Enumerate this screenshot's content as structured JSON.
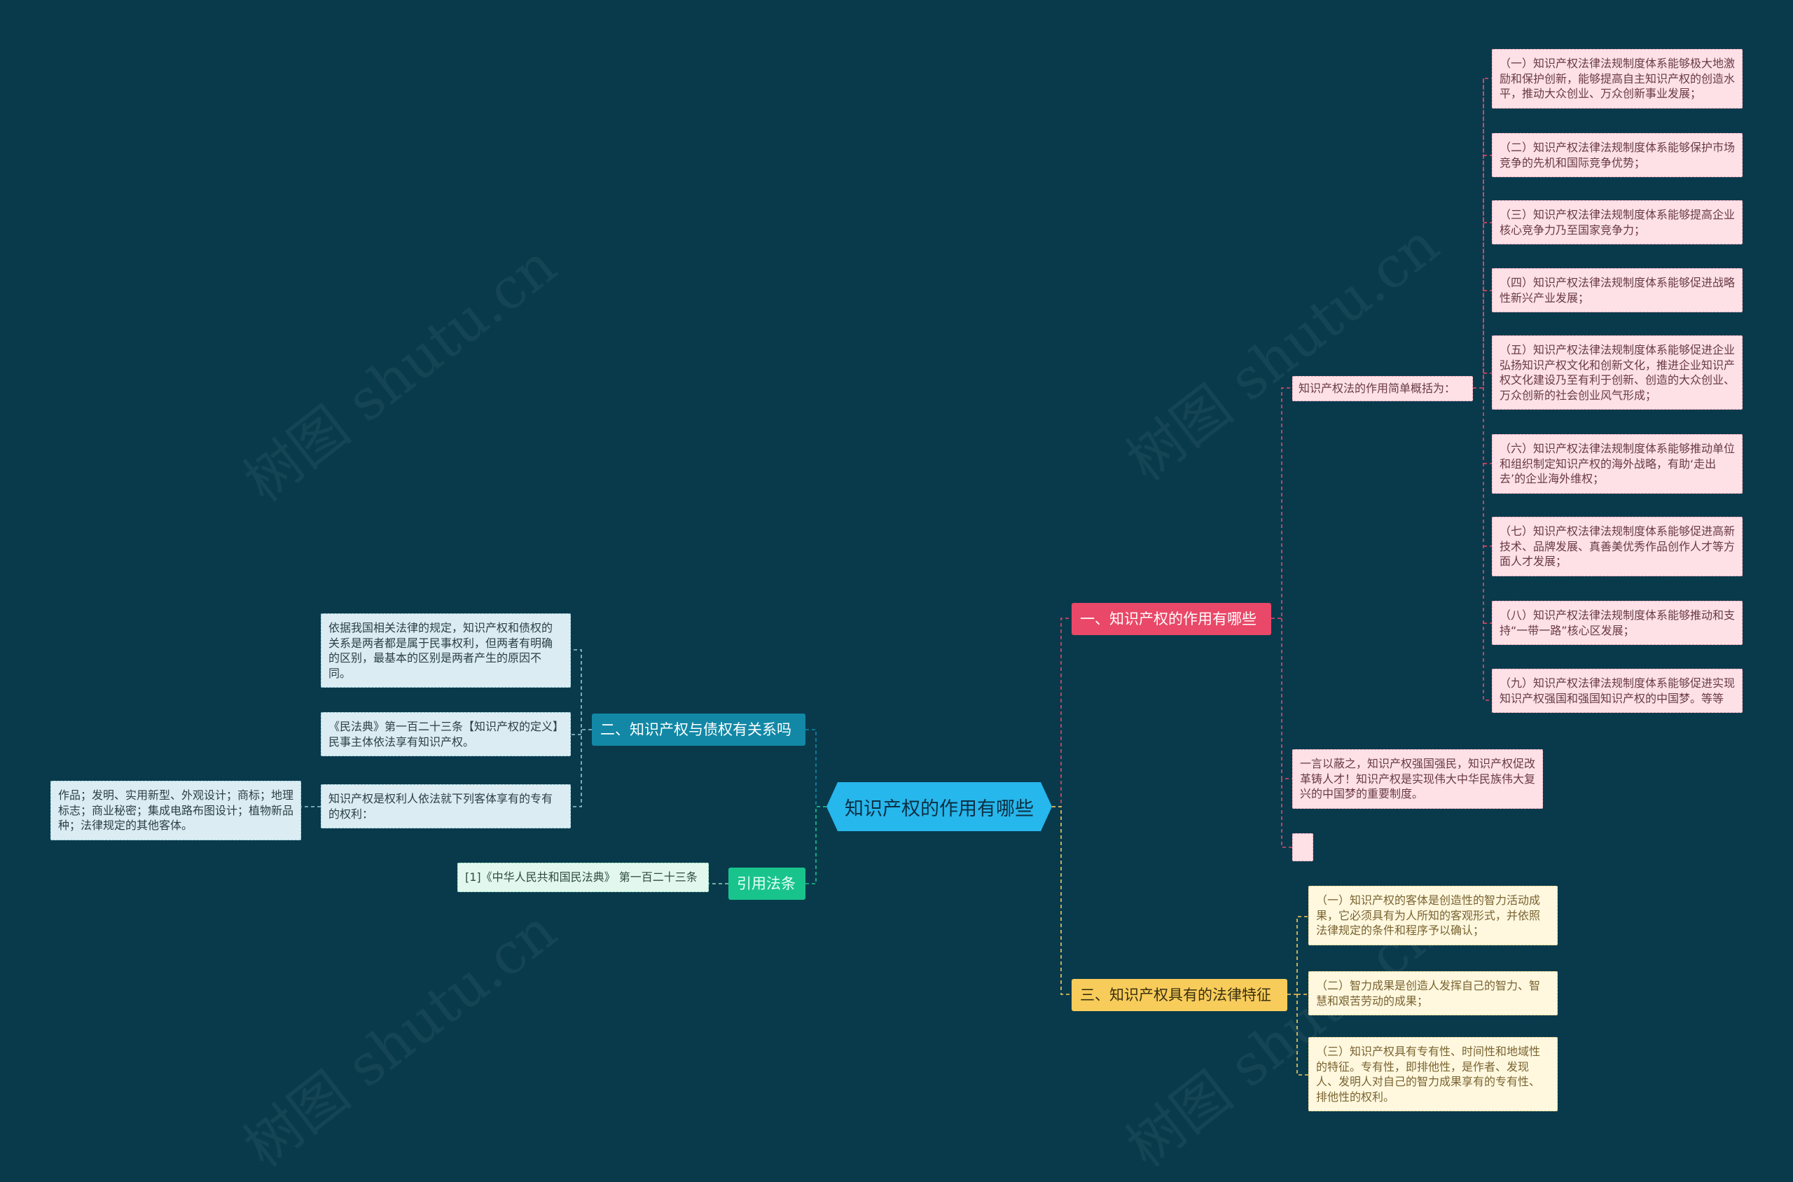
{
  "center": {
    "title": "知识产权的作用有哪些"
  },
  "branch1": {
    "label": "一、知识产权的作用有哪些",
    "summary_label": "知识产权法的作用简单概括为：",
    "items": [
      "（一）知识产权法律法规制度体系能够极大地激励和保护创新，能够提高自主知识产权的创造水平，推动大众创业、万众创新事业发展；",
      "（二）知识产权法律法规制度体系能够保护市场竞争的先机和国际竞争优势；",
      "（三）知识产权法律法规制度体系能够提高企业核心竞争力乃至国家竞争力；",
      "（四）知识产权法律法规制度体系能够促进战略性新兴产业发展；",
      "（五）知识产权法律法规制度体系能够促进企业弘扬知识产权文化和创新文化，推进企业知识产权文化建设乃至有利于创新、创造的大众创业、万众创新的社会创业风气形成；",
      "（六）知识产权法律法规制度体系能够推动单位和组织制定知识产权的海外战略，有助‘走出去’的企业海外维权；",
      "（七）知识产权法律法规制度体系能够促进高新技术、品牌发展、真善美优秀作品创作人才等方面人才发展；",
      "（八）知识产权法律法规制度体系能够推动和支持“一带一路”核心区发展；",
      "（九）知识产权法律法规制度体系能够促进实现知识产权强国和强国知识产权的中国梦。等等"
    ],
    "conclusion": "一言以蔽之，知识产权强国强民，知识产权促改革铸人才！知识产权是实现伟大中华民族伟大复兴的中国梦的重要制度。",
    "empty_node": ""
  },
  "branch2": {
    "label": "二、知识产权与债权有关系吗",
    "items": [
      "依据我国相关法律的规定，知识产权和债权的关系是两者都是属于民事权利，但两者有明确的区别，最基本的区别是两者产生的原因不同。",
      "《民法典》第一百二十三条【知识产权的定义】民事主体依法享有知识产权。",
      "知识产权是权利人依法就下列客体享有的专有的权利："
    ],
    "sub_item": "作品；发明、实用新型、外观设计；商标；地理标志；商业秘密；集成电路布图设计；植物新品种；法律规定的其他客体。"
  },
  "branch3": {
    "label": "三、知识产权具有的法律特征",
    "items": [
      "（一）知识产权的客体是创造性的智力活动成果，它必须具有为人所知的客观形式，并依照法律规定的条件和程序予以确认；",
      "（二）智力成果是创造人发挥自己的智力、智慧和艰苦劳动的成果；",
      "（三）知识产权具有专有性、时间性和地域性的特征。专有性，即排他性，是作者、发现人、发明人对自己的智力成果享有的专有性、排他性的权利。"
    ]
  },
  "branch4": {
    "label": "引用法条",
    "item": "[1]《中华人民共和国民法典》 第一百二十三条"
  },
  "colors": {
    "background": "#093a4c",
    "center": "#26b7ec",
    "branch1": "#ea4868",
    "branch2": "#1288a6",
    "branch3": "#f7cc5a",
    "branch4": "#18c48c"
  }
}
